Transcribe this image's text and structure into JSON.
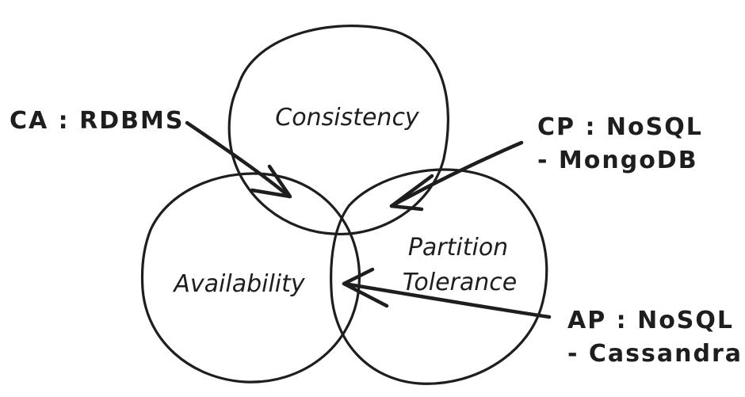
{
  "circles": {
    "consistency": {
      "label": "Consistency"
    },
    "availability": {
      "label": "Availability"
    },
    "partition": {
      "label_line1": "Partition",
      "label_line2": "Tolerance"
    }
  },
  "annotations": {
    "ca": {
      "line1": "CA : RDBMS"
    },
    "cp": {
      "line1": "CP : NoSQL",
      "line2": "- MongoDB"
    },
    "ap": {
      "line1": "AP : NoSQL",
      "line2": "- Cassandra"
    }
  },
  "colors": {
    "ink": "#1e1e1e",
    "background": "#ffffff"
  }
}
